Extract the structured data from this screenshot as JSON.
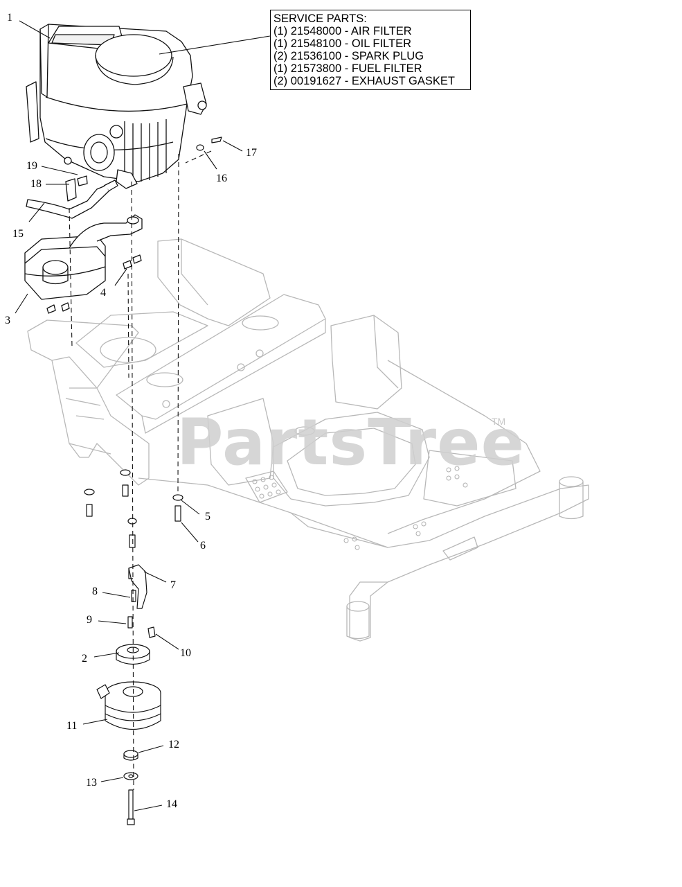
{
  "service_box": {
    "title": "SERVICE PARTS:",
    "lines": [
      "(1) 21548000 - AIR FILTER",
      "(1) 21548100 - OIL FILTER",
      "(2) 21536100 - SPARK PLUG",
      "(1) 21573800 - FUEL FILTER",
      "(2) 00191627 - EXHAUST GASKET"
    ]
  },
  "callouts": {
    "c1": "1",
    "c2": "2",
    "c3": "3",
    "c4": "4",
    "c5": "5",
    "c6": "6",
    "c7": "7",
    "c8": "8",
    "c9": "9",
    "c10": "10",
    "c11": "11",
    "c12": "12",
    "c13": "13",
    "c14": "14",
    "c15": "15",
    "c16": "16",
    "c17": "17",
    "c18": "18",
    "c19": "19"
  },
  "watermark": {
    "text": "PartsTree",
    "tm": "TM"
  }
}
